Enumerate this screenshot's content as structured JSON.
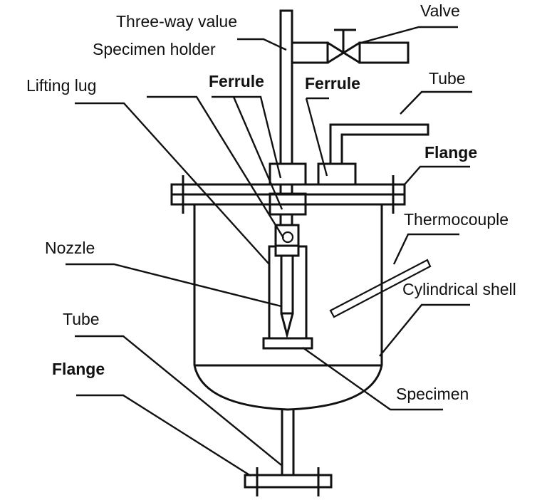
{
  "diagram": {
    "title": "Test vessel apparatus schematic",
    "line_color": "#111111",
    "background": "#ffffff",
    "labels": {
      "three_way_valve": "Three-way value",
      "specimen_holder": "Specimen holder",
      "valve": "Valve",
      "lifting_lug": "Lifting lug",
      "ferrule_left": "Ferrule",
      "ferrule_right": "Ferrule",
      "tube_top": "Tube",
      "flange_top": "Flange",
      "thermocouple": "Thermocouple",
      "nozzle": "Nozzle",
      "cylindrical_shell": "Cylindrical shell",
      "tube_bottom": "Tube",
      "flange_bottom": "Flange",
      "specimen": "Specimen"
    }
  }
}
